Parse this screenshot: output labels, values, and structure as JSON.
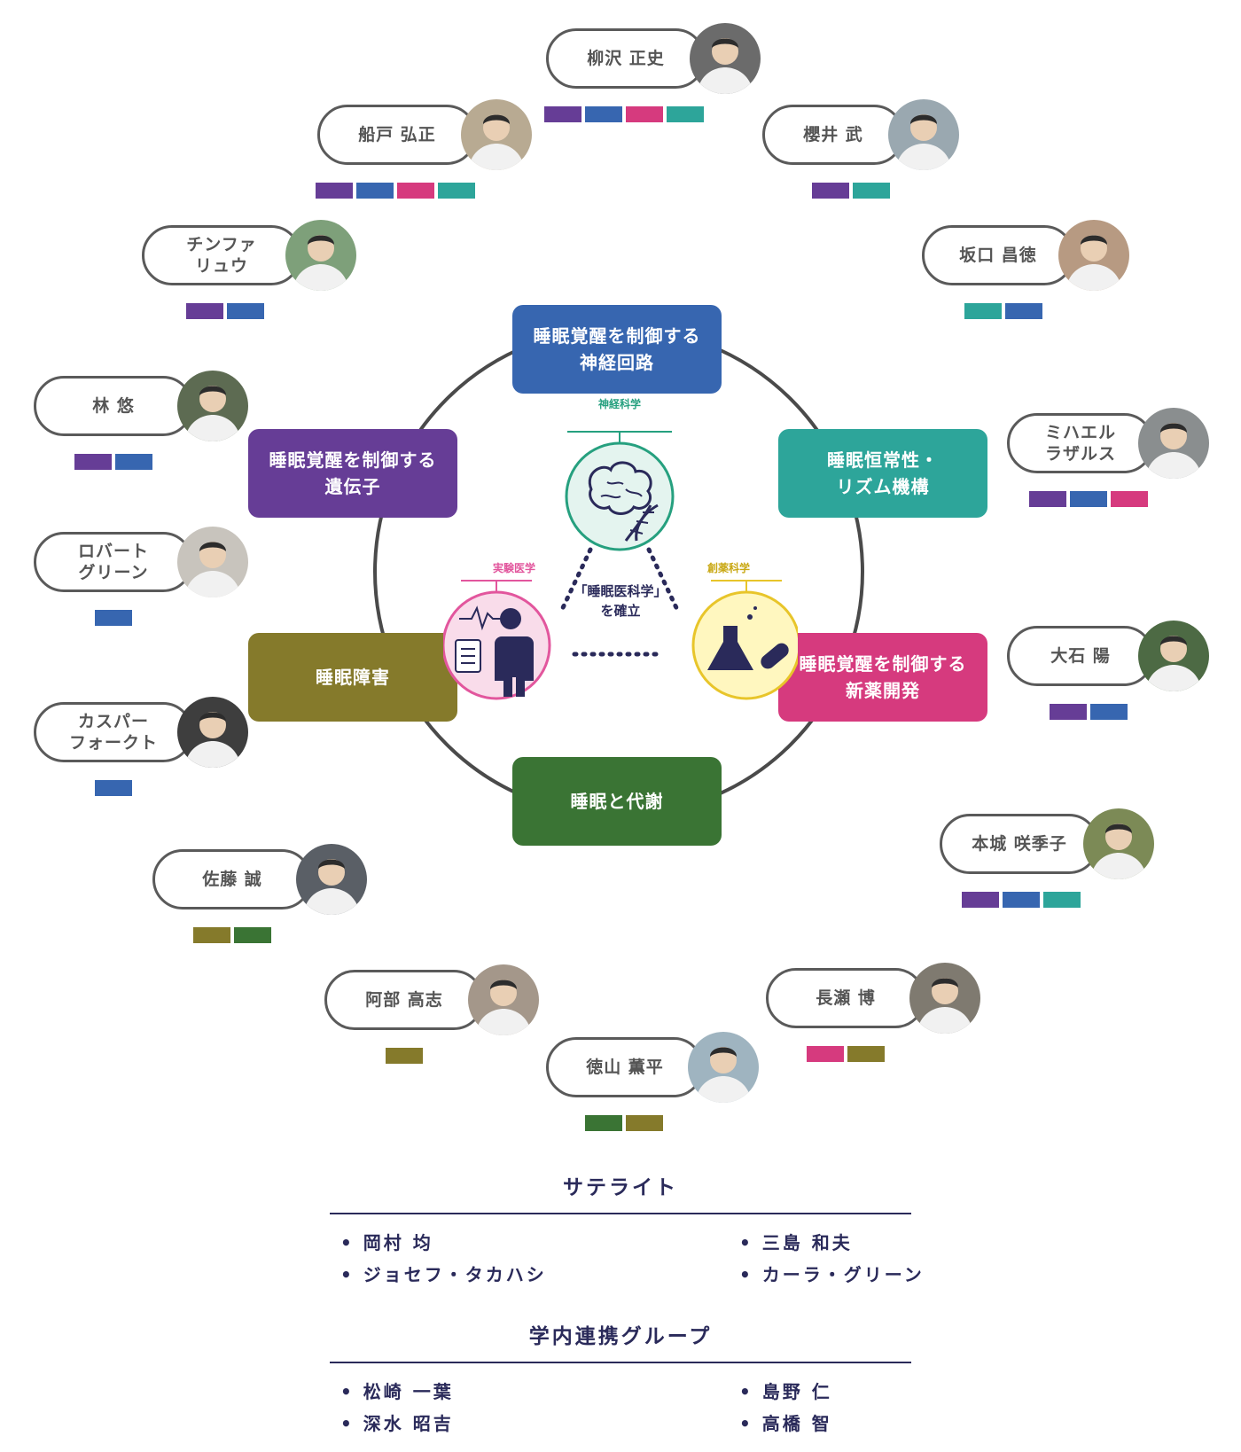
{
  "colors": {
    "neuro_circuit": "#3766b0",
    "genes": "#663d96",
    "homeostasis": "#2da59a",
    "drug": "#d63a7e",
    "disorder": "#857a2b",
    "metabolism": "#3a7434",
    "neuroscience": "#26a07f",
    "medicine": "#e2569d",
    "pharma": "#e8c52a",
    "navy": "#2a2a5a"
  },
  "themes": [
    {
      "id": "neuro_circuit",
      "label": "睡眠覚醒を制御する\n神経回路"
    },
    {
      "id": "genes",
      "label": "睡眠覚醒を制御する\n遺伝子"
    },
    {
      "id": "homeostasis",
      "label": "睡眠恒常性・\nリズム機構"
    },
    {
      "id": "disorder",
      "label": "睡眠障害"
    },
    {
      "id": "drug",
      "label": "睡眠覚醒を制御する\n新薬開発"
    },
    {
      "id": "metabolism",
      "label": "睡眠と代謝"
    }
  ],
  "center": {
    "neuroscience_label": "神経科学",
    "medicine_label": "実験医学",
    "pharma_label": "創薬科学",
    "goal_label": "「睡眠医科学」\nを確立"
  },
  "people": [
    {
      "name": "柳沢 正史",
      "themes": [
        "genes",
        "neuro_circuit",
        "drug",
        "homeostasis"
      ]
    },
    {
      "name": "船戸 弘正",
      "themes": [
        "genes",
        "neuro_circuit",
        "drug",
        "homeostasis"
      ]
    },
    {
      "name": "櫻井 武",
      "themes": [
        "genes",
        "homeostasis"
      ]
    },
    {
      "name": "チンファ\nリュウ",
      "themes": [
        "genes",
        "neuro_circuit"
      ]
    },
    {
      "name": "坂口 昌徳",
      "themes": [
        "homeostasis",
        "neuro_circuit"
      ]
    },
    {
      "name": "林 悠",
      "themes": [
        "genes",
        "neuro_circuit"
      ]
    },
    {
      "name": "ミハエル\nラザルス",
      "themes": [
        "genes",
        "neuro_circuit",
        "drug"
      ]
    },
    {
      "name": "ロバート\nグリーン",
      "themes": [
        "neuro_circuit"
      ]
    },
    {
      "name": "大石 陽",
      "themes": [
        "genes",
        "neuro_circuit"
      ]
    },
    {
      "name": "カスパー\nフォークト",
      "themes": [
        "neuro_circuit"
      ]
    },
    {
      "name": "本城 咲季子",
      "themes": [
        "genes",
        "neuro_circuit",
        "homeostasis"
      ]
    },
    {
      "name": "佐藤 誠",
      "themes": [
        "disorder",
        "metabolism"
      ]
    },
    {
      "name": "阿部 高志",
      "themes": [
        "disorder"
      ]
    },
    {
      "name": "長瀬 博",
      "themes": [
        "drug",
        "disorder"
      ]
    },
    {
      "name": "徳山 薫平",
      "themes": [
        "metabolism",
        "disorder"
      ]
    }
  ],
  "satellite": {
    "title": "サテライト",
    "members": [
      "岡村 均",
      "三島 和夫",
      "ジョセフ・タカハシ",
      "カーラ・グリーン"
    ]
  },
  "campus": {
    "title": "学内連携グループ",
    "members": [
      "松崎 一葉",
      "島野 仁",
      "深水 昭吉",
      "高橋 智"
    ]
  }
}
